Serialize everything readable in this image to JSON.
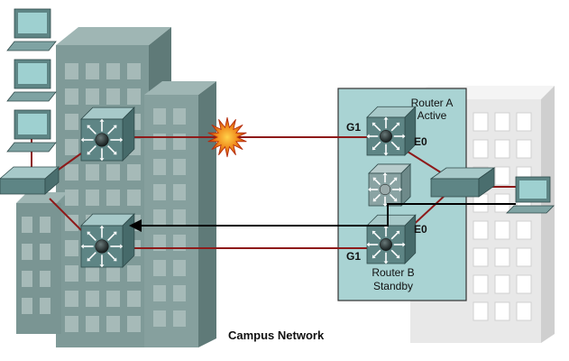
{
  "diagram": {
    "router_a": {
      "name": "Router A",
      "state": "Active"
    },
    "router_b": {
      "name": "Router B",
      "state": "Standby"
    },
    "interfaces": {
      "router_a_uplink": "G1",
      "router_a_lan": "E0",
      "router_b_uplink": "G1",
      "router_b_lan": "E0"
    },
    "caption": "Campus Network",
    "colors": {
      "link": "#8e1a1a",
      "traffic_arrow": "#000000",
      "router_panel": "#a9d3d3",
      "building_left": "#7f9a98",
      "building_right": "#ececec",
      "device": "#5e8585",
      "failure_burst": "#e8651b"
    },
    "icons": {
      "pc": "desktop-computer-icon",
      "switch": "workgroup-switch-icon",
      "layer3_switch": "multilayer-switch-icon",
      "router": "router-icon",
      "failure": "link-failure-burst-icon"
    }
  }
}
